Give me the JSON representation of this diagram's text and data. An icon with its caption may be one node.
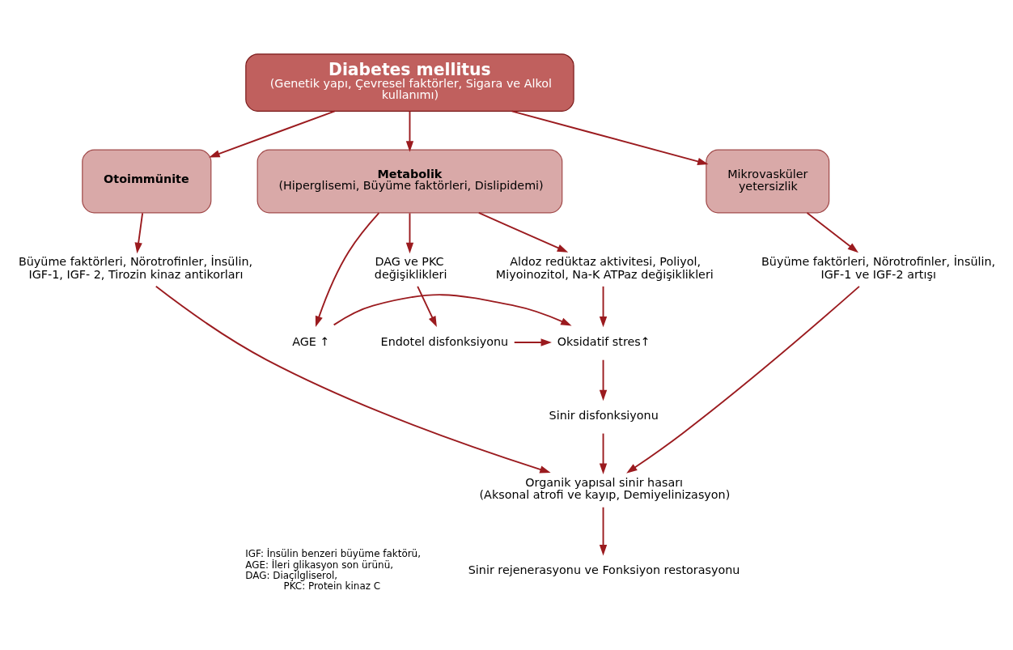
{
  "diagram": {
    "nodes": [
      {
        "text": [
          "Diabetes mellitus",
          "(Genetik yapı, Çevresel faktörler, Sigara ve Alkol kullanımı)"
        ]
      },
      {
        "text": [
          "Otoimmünite"
        ]
      },
      {
        "text": [
          "Metabolik",
          "(Hiperglisemi, Büyüme faktörleri, Dislipidemi)"
        ]
      },
      {
        "text": [
          "Mikrovasküler yetersizlik"
        ]
      },
      {
        "text": [
          "Büyüme faktörleri, Nörotrofinler, İnsülin, IGF-1, IGF- 2, Tirozin kinaz antikorları"
        ]
      },
      {
        "text": [
          "Aldoz redüktaz aktivitesi, Poliyol, Miyoinozitol, Na-K ATPaz değişiklikleri"
        ]
      },
      {
        "text": [
          "DAG ve PKC değişiklikleri"
        ]
      },
      {
        "text": [
          "Büyüme faktörleri, Nörotrofinler, İnsülin, IGF-1 ve IGF-2 artışı"
        ]
      },
      {
        "text": [
          "Oksidatif stres↑"
        ]
      },
      {
        "text": [
          "AGE ↑"
        ]
      },
      {
        "text": [
          "Endotel disfonksiyonu"
        ]
      },
      {
        "text": [
          "Sinir disfonksiyonu"
        ]
      },
      {
        "text": [
          "Organik yapısal sinir hasarı",
          "(Aksonal atrofi ve kayıp, Demiyelinizasyon)"
        ]
      },
      {
        "text": [
          "Sinir rejenerasyonu ve Fonksiyon restorasyonu"
        ]
      }
    ],
    "edges": [
      {
        "from": 0,
        "to": 1,
        "arrow": "to"
      },
      {
        "from": 0,
        "to": 2,
        "arrow": "to"
      },
      {
        "from": 0,
        "to": 3,
        "arrow": "to"
      },
      {
        "from": 1,
        "to": 4,
        "arrow": "to"
      },
      {
        "from": 2,
        "to": 9,
        "arrow": "to"
      },
      {
        "from": 2,
        "to": 5,
        "arrow": "to"
      },
      {
        "from": 2,
        "to": 6,
        "arrow": "to"
      },
      {
        "from": 3,
        "to": 7,
        "arrow": "to"
      },
      {
        "from": 5,
        "to": 8,
        "arrow": "to"
      },
      {
        "from": 9,
        "to": 8,
        "arrow": "to"
      },
      {
        "from": 10,
        "to": 8,
        "arrow": "to"
      },
      {
        "from": 6,
        "to": 10,
        "arrow": "to"
      },
      {
        "from": 8,
        "to": 11,
        "arrow": "to"
      },
      {
        "from": 4,
        "to": 12,
        "arrow": "to"
      },
      {
        "from": 11,
        "to": 12,
        "arrow": "to"
      },
      {
        "from": 7,
        "to": 12,
        "arrow": "to"
      },
      {
        "from": 12,
        "to": 13,
        "arrow": "to"
      }
    ],
    "labels": [
      "IGF: İnsülin benzeri büyüme faktörü,",
      "AGE: İleri glikasyon son ürünü,",
      "DAG: Diaçilgliserol,",
      "PKC: Protein kinaz C"
    ]
  }
}
